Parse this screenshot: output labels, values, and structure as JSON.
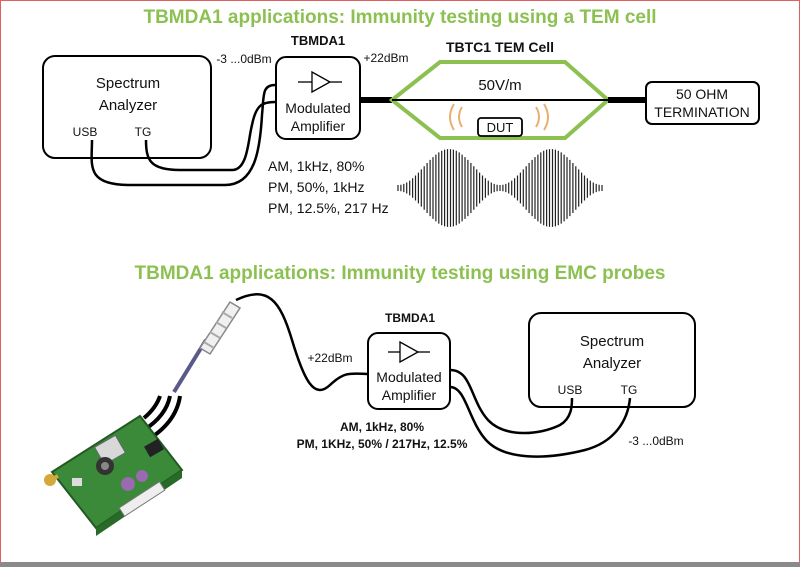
{
  "section1": {
    "title": "TBMDA1 applications: Immunity testing using a TEM cell",
    "spectrum_analyzer": {
      "line1": "Spectrum",
      "line2": "Analyzer",
      "port_usb": "USB",
      "port_tg": "TG"
    },
    "input_level": "-3 ...0dBm",
    "amplifier": {
      "name": "TBMDA1",
      "line1": "Modulated",
      "line2": "Amplifier"
    },
    "output_level": "+22dBm",
    "tem_cell": {
      "title": "TBTC1 TEM Cell",
      "field": "50V/m",
      "dut": "DUT"
    },
    "termination": {
      "line1": "50 OHM",
      "line2": "TERMINATION"
    },
    "modulations": [
      "AM, 1kHz, 80%",
      "PM, 50%, 1kHz",
      "PM, 12.5%, 217 Hz"
    ]
  },
  "section2": {
    "title": "TBMDA1 applications: Immunity testing using EMC probes",
    "output_level": "+22dBm",
    "amplifier": {
      "name": "TBMDA1",
      "line1": "Modulated",
      "line2": "Amplifier"
    },
    "spectrum_analyzer": {
      "line1": "Spectrum",
      "line2": "Analyzer",
      "port_usb": "USB",
      "port_tg": "TG"
    },
    "modulations": [
      "AM, 1kHz, 80%",
      "PM, 1KHz, 50% / 217Hz, 12.5%"
    ],
    "input_level": "-3 ...0dBm"
  },
  "colors": {
    "title_green": "#8cc152",
    "tem_outline": "#8cc152",
    "signal_arcs": "#e8b070"
  }
}
